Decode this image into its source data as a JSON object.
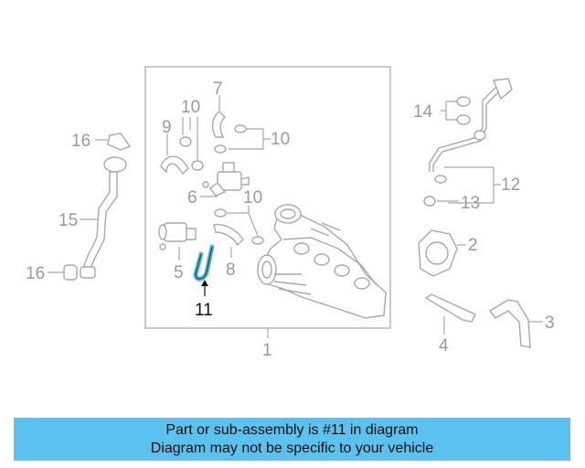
{
  "diagram": {
    "callouts": [
      "1",
      "2",
      "3",
      "4",
      "5",
      "6",
      "7",
      "8",
      "9",
      "10",
      "10",
      "10",
      "11",
      "12",
      "13",
      "14",
      "15",
      "16",
      "16"
    ],
    "highlighted_part": "11",
    "colors": {
      "highlight": "#4db8d8",
      "line": "#a8a8a8",
      "banner": "#5bc1ef"
    }
  },
  "banner": {
    "line1": "Part or sub-assembly is #11 in diagram",
    "line2": "Diagram may not be specific to your vehicle"
  }
}
